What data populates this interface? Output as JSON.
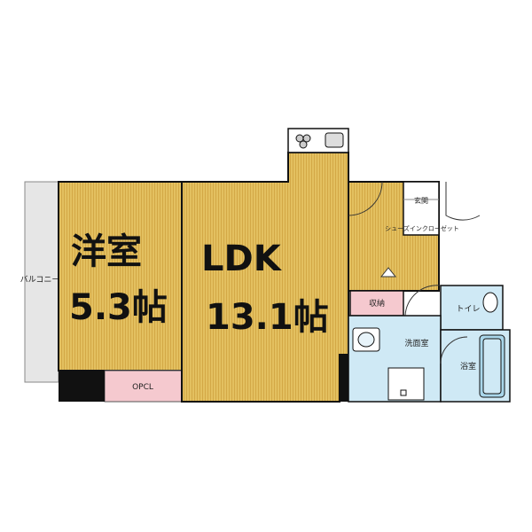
{
  "rooms": {
    "western": {
      "name": "洋室",
      "size": "5.3帖"
    },
    "ldk": {
      "name": "LDK",
      "size": "13.1帖"
    },
    "entrance": "玄関",
    "shoes_closet": "シューズインクローゼット",
    "storage": "収納",
    "toilet": "トイレ",
    "washroom": "洗面室",
    "bathroom": "浴室",
    "closet": "OPCL",
    "balcony": "バルコニー"
  },
  "colors": {
    "floor_wood": "#e3c060",
    "wet_area": "#cfe9f5",
    "storage": "#f5c9cf",
    "balcony": "#e6e6e6",
    "wall": "#111111"
  }
}
